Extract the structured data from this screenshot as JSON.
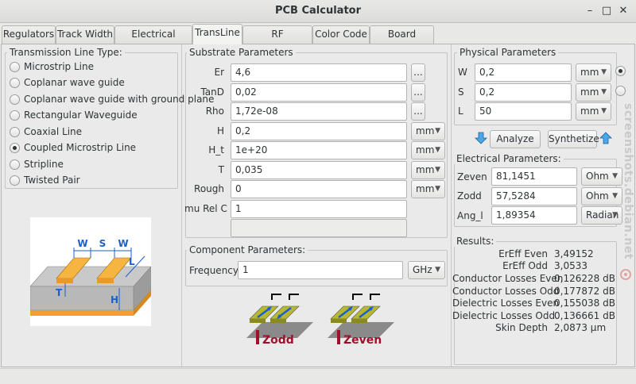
{
  "window": {
    "title": "PCB Calculator"
  },
  "tabs": [
    {
      "label": "Regulators"
    },
    {
      "label": "Track Width"
    },
    {
      "label": "Electrical Spacing"
    },
    {
      "label": "TransLine",
      "active": true
    },
    {
      "label": "RF Attenuators"
    },
    {
      "label": "Color Code"
    },
    {
      "label": "Board Classes"
    }
  ],
  "line_type": {
    "title": "Transmission Line Type:",
    "options": [
      {
        "label": "Microstrip Line",
        "checked": false
      },
      {
        "label": "Coplanar wave guide",
        "checked": false
      },
      {
        "label": "Coplanar wave guide with ground plane",
        "checked": false
      },
      {
        "label": "Rectangular Waveguide",
        "checked": false
      },
      {
        "label": "Coaxial Line",
        "checked": false
      },
      {
        "label": "Coupled Microstrip Line",
        "checked": true
      },
      {
        "label": "Stripline",
        "checked": false
      },
      {
        "label": "Twisted Pair",
        "checked": false
      }
    ]
  },
  "diagram": {
    "labels": {
      "w": "W",
      "s": "S",
      "w2": "W",
      "l": "L",
      "t": "T",
      "h": "H"
    }
  },
  "substrate": {
    "title": "Substrate Parameters",
    "rows": [
      {
        "label": "Er",
        "value": "4,6",
        "extra": "..."
      },
      {
        "label": "TanD",
        "value": "0,02",
        "extra": "..."
      },
      {
        "label": "Rho",
        "value": "1,72e-08",
        "extra": "..."
      },
      {
        "label": "H",
        "value": "0,2",
        "unit": "mm"
      },
      {
        "label": "H_t",
        "value": "1e+20",
        "unit": "mm"
      },
      {
        "label": "T",
        "value": "0,035",
        "unit": "mm"
      },
      {
        "label": "Rough",
        "value": "0",
        "unit": "mm"
      },
      {
        "label": "mu Rel C",
        "value": "1"
      }
    ]
  },
  "component": {
    "title": "Component Parameters:",
    "frequency_label": "Frequency",
    "frequency_value": "1",
    "frequency_unit": "GHz"
  },
  "modes": {
    "odd": "Zodd",
    "even": "Zeven"
  },
  "physical": {
    "title": "Physical Parameters",
    "rows": [
      {
        "label": "W",
        "value": "0,2",
        "unit": "mm",
        "radio": true
      },
      {
        "label": "S",
        "value": "0,2",
        "unit": "mm",
        "radio": false
      },
      {
        "label": "L",
        "value": "50",
        "unit": "mm"
      }
    ]
  },
  "actions": {
    "analyze": "Analyze",
    "synthetize": "Synthetize"
  },
  "electrical": {
    "title": "Electrical Parameters:",
    "rows": [
      {
        "label": "Zeven",
        "value": "81,1451",
        "unit": "Ohm"
      },
      {
        "label": "Zodd",
        "value": "57,5284",
        "unit": "Ohm"
      },
      {
        "label": "Ang_l",
        "value": "1,89354",
        "unit": "Radian"
      }
    ]
  },
  "results": {
    "title": "Results:",
    "rows": [
      {
        "label": "ErEff Even",
        "value": "3,49152"
      },
      {
        "label": "ErEff Odd",
        "value": "3,0533"
      },
      {
        "label": "Conductor Losses Even",
        "value": "0,126228 dB"
      },
      {
        "label": "Conductor Losses Odd",
        "value": "0,177872 dB"
      },
      {
        "label": "Dielectric Losses Even",
        "value": "0,155038 dB"
      },
      {
        "label": "Dielectric Losses Odd",
        "value": "0,136661 dB"
      },
      {
        "label": "Skin Depth",
        "value": "2,0873 µm"
      }
    ]
  },
  "watermark": "screenshots.debian.net",
  "colors": {
    "copper": "#f0a030",
    "substrate": "#b8b8b8",
    "arrow": "#1a5fd0",
    "mode_text": "#a0102a"
  }
}
